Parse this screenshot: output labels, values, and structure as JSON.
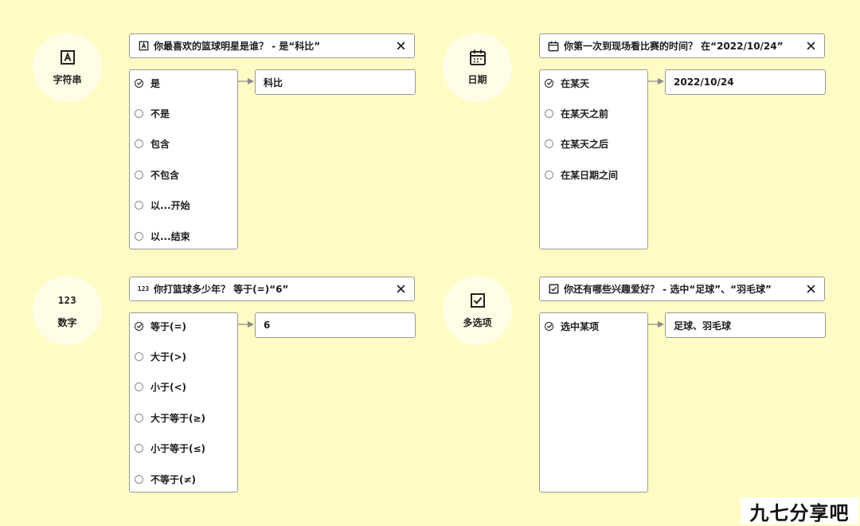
{
  "groups": {
    "string": {
      "label": "字符串",
      "icon": "text-box-a-icon",
      "question": "你最喜欢的篮球明星是谁？ - 是“科比”",
      "options": [
        "是",
        "不是",
        "包含",
        "不包含",
        "以...开始",
        "以...结束"
      ],
      "selected": 0,
      "value": "科比"
    },
    "date": {
      "label": "日期",
      "icon": "calendar-icon",
      "question": "你第一次到现场看比赛的时间？ 在“2022/10/24”",
      "options": [
        "在某天",
        "在某天之前",
        "在某天之后",
        "在某日期之间"
      ],
      "selected": 0,
      "value": "2022/10/24"
    },
    "number": {
      "label": "数字",
      "glyph": "123",
      "icon": "numbers-icon",
      "question": "你打篮球多少年？  等于(=)“6”",
      "options": [
        "等于(=)",
        "大于(>)",
        "小于(<)",
        "大于等于(≥)",
        "小于等于(≤)",
        "不等于(≠)"
      ],
      "selected": 0,
      "value": "6"
    },
    "multi": {
      "label": "多选项",
      "icon": "checkbox-icon",
      "question": "你还有哪些兴趣爱好？ - 选中“足球”、“羽毛球”",
      "options": [
        "选中某项"
      ],
      "selected": 0,
      "value": "足球、羽毛球"
    }
  },
  "watermark": "九七分享吧",
  "colors": {
    "background": "#fffbc4",
    "circle": "#fffde6",
    "border": "#9a9a9a",
    "text": "#1c1c1c"
  }
}
